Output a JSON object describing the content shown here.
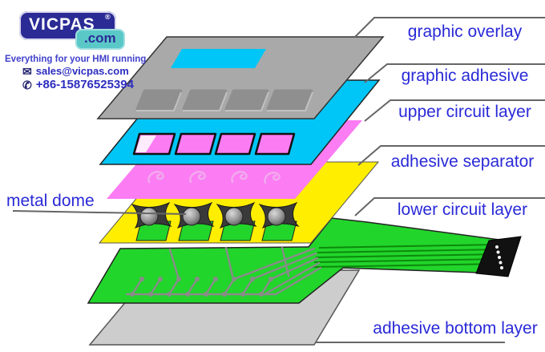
{
  "brand": {
    "name": "VICPAS",
    "reg_mark": "®",
    "domain_suffix": ".com",
    "tagline": "Everything for your HMI running",
    "email": "sales@vicpas.com",
    "phone": "+86-15876525394"
  },
  "labels": {
    "graphic_overlay": "graphic overlay",
    "graphic_adhesive": "graphic adhesive",
    "upper_circuit_layer": "upper circuit layer",
    "adhesive_separator": "adhesive separator",
    "metal_dome": "metal dome",
    "lower_circuit_layer": "lower circuit layer",
    "adhesive_bottom_layer": "adhesive bottom layer"
  },
  "colors": {
    "label_text": "#2a2ad8",
    "leader_line": "#666666",
    "logo_box": "#2b2b96",
    "logo_com_box": "#5bc8c8",
    "contact_text": "#2d2dc0",
    "graphic_overlay": "#a9a9a9",
    "overlay_window": "#00c6f7",
    "overlay_button": "#8f8f8f",
    "graphic_adhesive": "#00c6f7",
    "upper_circuit": "#fb7cf3",
    "circuit_print": "#f2aaee",
    "adhesive_separator": "#ffee00",
    "metal_dome_clip": "#3a3a3a",
    "lower_circuit": "#22d52b",
    "trace": "#8a8a8a",
    "tail_stripe": "#0c8a0c",
    "connector": "#111111",
    "connector_pin": "#ffffff",
    "adhesive_bottom": "#cdcdcd"
  }
}
